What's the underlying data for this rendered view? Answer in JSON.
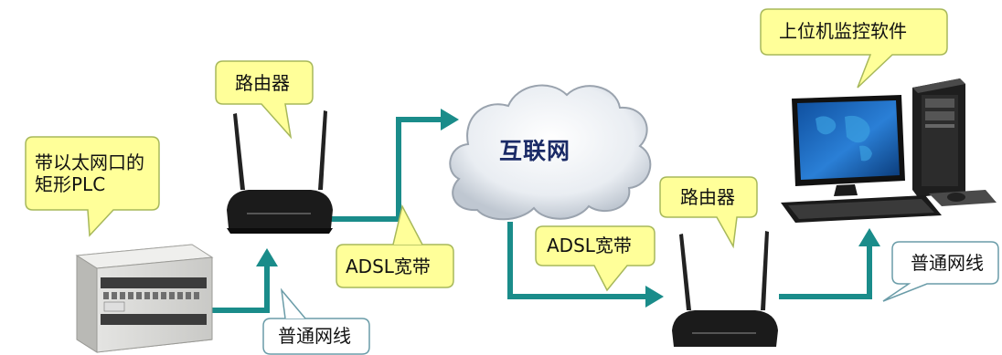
{
  "colors": {
    "arrow": "#1a8c8a",
    "yellow_bubble_fill": "#ffff99",
    "yellow_bubble_stroke": "#a7b85a",
    "white_bubble_stroke": "#6a9ca8",
    "cloud_text": "#1a2a66"
  },
  "labels": {
    "plc": "带以太网口的矩形PLC",
    "router_left": "路由器",
    "router_right": "路由器",
    "adsl_left": "ADSL宽带",
    "adsl_right": "ADSL宽带",
    "cable_left": "普通网线",
    "cable_right": "普通网线",
    "internet": "互联网",
    "host": "上位机监控软件"
  },
  "icons": [
    "plc-device-icon",
    "router-icon",
    "cloud-icon",
    "desktop-computer-icon",
    "arrow-icon"
  ]
}
